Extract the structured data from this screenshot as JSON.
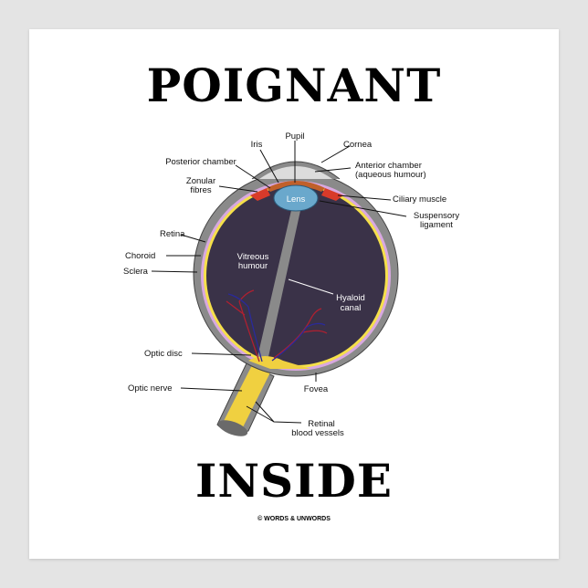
{
  "poster": {
    "title_top": "POIGNANT",
    "title_bottom": "INSIDE",
    "credit": "© WORDS & UNWORDS"
  },
  "diagram": {
    "labels": {
      "pupil": "Pupil",
      "iris": "Iris",
      "cornea": "Cornea",
      "posterior_chamber": "Posterior chamber",
      "anterior_chamber_1": "Anterior chamber",
      "anterior_chamber_2": "(aqueous humour)",
      "zonular_1": "Zonular",
      "zonular_2": "fibres",
      "lens": "Lens",
      "ciliary_muscle": "Ciliary muscle",
      "suspensory_1": "Suspensory",
      "suspensory_2": "ligament",
      "retina": "Retina",
      "choroid": "Choroid",
      "sclera": "Sclera",
      "vitreous_1": "Vitreous",
      "vitreous_2": "humour",
      "hyaloid_1": "Hyaloid",
      "hyaloid_2": "canal",
      "optic_disc": "Optic disc",
      "optic_nerve": "Optic nerve",
      "fovea": "Fovea",
      "retinal_1": "Retinal",
      "retinal_2": "blood vessels"
    },
    "colors": {
      "sclera": "#8a8a8a",
      "vitreous": "#3a3248",
      "choroid": "#d8a8e0",
      "retina": "#f5e04a",
      "lens": "#6aa8cc",
      "iris": "#c0602a",
      "ciliary": "#d83a2a",
      "nerve": "#f0d040"
    }
  }
}
